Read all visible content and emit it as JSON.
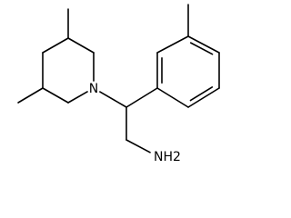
{
  "molecule": {
    "atoms": [
      {
        "id": "m1",
        "element": "C"
      },
      {
        "id": "p1",
        "element": "C"
      },
      {
        "id": "p2",
        "element": "C"
      },
      {
        "id": "n",
        "element": "N",
        "label": "N"
      },
      {
        "id": "p4",
        "element": "C"
      },
      {
        "id": "p5",
        "element": "C"
      },
      {
        "id": "p6",
        "element": "C"
      },
      {
        "id": "m2",
        "element": "C"
      },
      {
        "id": "ch",
        "element": "C"
      },
      {
        "id": "ch2",
        "element": "C"
      },
      {
        "id": "nh2",
        "element": "N",
        "label": "NH2"
      },
      {
        "id": "a1",
        "element": "C"
      },
      {
        "id": "a2",
        "element": "C"
      },
      {
        "id": "a3",
        "element": "C"
      },
      {
        "id": "a4",
        "element": "C"
      },
      {
        "id": "a5",
        "element": "C"
      },
      {
        "id": "a6",
        "element": "C"
      },
      {
        "id": "m3",
        "element": "C"
      }
    ],
    "bonds": [
      {
        "from": "m1",
        "to": "p1",
        "order": 1
      },
      {
        "from": "p1",
        "to": "p2",
        "order": 1
      },
      {
        "from": "p2",
        "to": "n",
        "order": 1
      },
      {
        "from": "n",
        "to": "p4",
        "order": 1
      },
      {
        "from": "p4",
        "to": "p5",
        "order": 1
      },
      {
        "from": "p5",
        "to": "p6",
        "order": 1
      },
      {
        "from": "p6",
        "to": "p1",
        "order": 1
      },
      {
        "from": "p5",
        "to": "m2",
        "order": 1
      },
      {
        "from": "n",
        "to": "ch",
        "order": 1
      },
      {
        "from": "ch",
        "to": "ch2",
        "order": 1
      },
      {
        "from": "ch2",
        "to": "nh2",
        "order": 1
      },
      {
        "from": "ch",
        "to": "a1",
        "order": 1
      },
      {
        "from": "a1",
        "to": "a2",
        "order": 2
      },
      {
        "from": "a2",
        "to": "a3",
        "order": 1
      },
      {
        "from": "a3",
        "to": "a4",
        "order": 2
      },
      {
        "from": "a4",
        "to": "a5",
        "order": 1
      },
      {
        "from": "a5",
        "to": "a6",
        "order": 2
      },
      {
        "from": "a6",
        "to": "a1",
        "order": 1
      },
      {
        "from": "a3",
        "to": "m3",
        "order": 1
      }
    ]
  }
}
